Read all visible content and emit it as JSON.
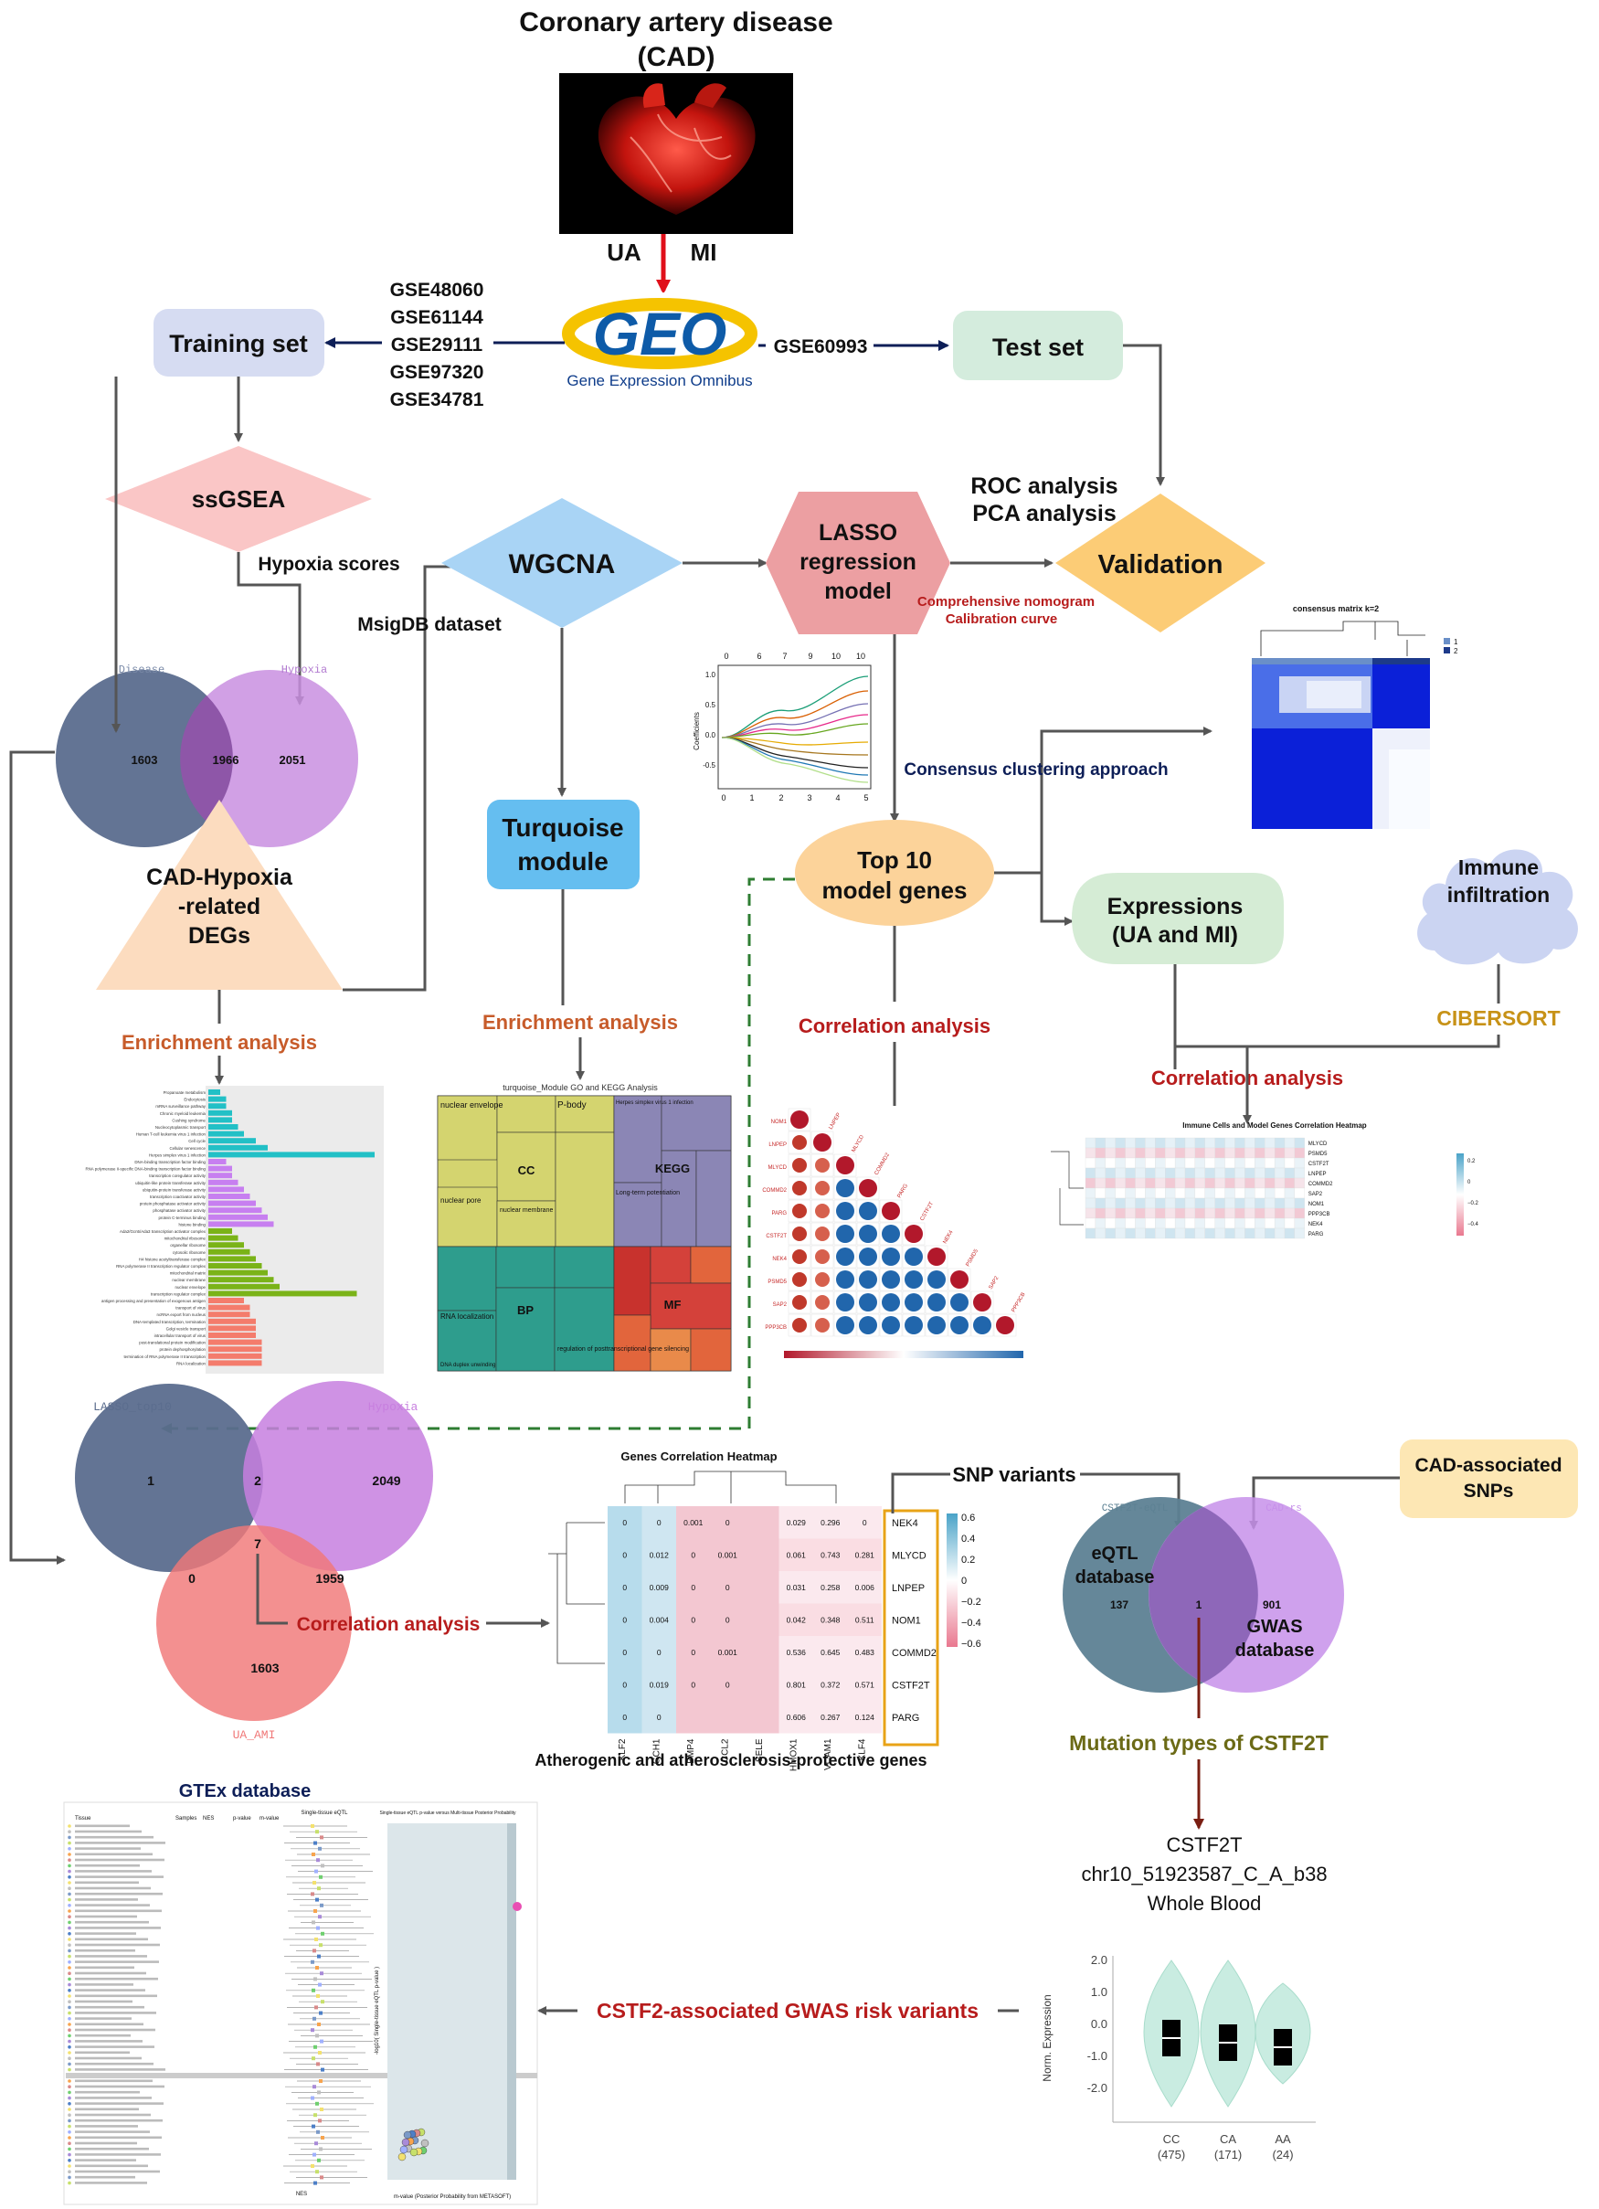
{
  "title": {
    "line1": "Coronary artery disease",
    "line2": "(CAD)"
  },
  "ua_label": "UA",
  "mi_label": "MI",
  "geo": {
    "logo": "GEO",
    "subtitle": "Gene Expression Omnibus"
  },
  "training_datasets": [
    "GSE48060",
    "GSE61144",
    "GSE29111",
    "GSE97320",
    "GSE34781"
  ],
  "test_dataset": "GSE60993",
  "nodes": {
    "training_set": "Training set",
    "test_set": "Test set",
    "ssgsea": "ssGSEA",
    "wgcna": "WGCNA",
    "lasso": [
      "LASSO",
      "regression",
      "model"
    ],
    "validation": "Validation",
    "turquoise": [
      "Turquoise",
      "module"
    ],
    "cad_hypoxia": [
      "CAD-Hypoxia",
      "-related",
      "DEGs"
    ],
    "top10": [
      "Top 10",
      "model genes"
    ],
    "expressions": [
      "Expressions",
      "(UA and MI)"
    ],
    "immune": [
      "Immune",
      "infiltration"
    ],
    "cad_snps": [
      "CAD-associated",
      "SNPs"
    ]
  },
  "labels": {
    "hypoxia_scores": "Hypoxia scores",
    "msigdb": "MsigDB dataset",
    "roc": "ROC analysis",
    "pca": "PCA analysis",
    "nomogram": "Comprehensive nomogram",
    "calibration": "Calibration curve",
    "consensus": "Consensus clustering approach",
    "enrichment1": "Enrichment analysis",
    "enrichment2": "Enrichment analysis",
    "correlation1": "Correlation analysis",
    "correlation2": "Correlation analysis",
    "correlation3": "Correlation analysis",
    "cibersort": "CIBERSORT",
    "snp_variants": "SNP variants",
    "mutation_types": "Mutation types of CSTF2T",
    "gwas_risk": "CSTF2-associated GWAS risk variants",
    "gtex": "GTEx database",
    "atherogenic": "Atherogenic and atherosclerosis-protective genes"
  },
  "venn1": {
    "left_label": "Disease",
    "right_label": "Hypoxia",
    "left": "1603",
    "overlap": "1966",
    "right": "2051"
  },
  "venn2": {
    "a_label": "LASSO_top10",
    "b_label": "Hypoxia",
    "c_label": "UA_AMI",
    "a_only": "1",
    "ab": "2",
    "b_only": "2049",
    "center": "7",
    "ac": "0",
    "bc": "1959",
    "c_only": "1603"
  },
  "venn3": {
    "left_label": "CSTF2T-eQTL",
    "right_label": "CAD-rs",
    "left_title": [
      "eQTL",
      "database"
    ],
    "right_title": [
      "GWAS",
      "database"
    ],
    "left": "137",
    "overlap": "1",
    "right": "901"
  },
  "lasso_plot": {
    "top_ticks": [
      "0",
      "6",
      "7",
      "9",
      "10",
      "10"
    ],
    "bottom_ticks": [
      "0",
      "1",
      "2",
      "3",
      "4",
      "5"
    ],
    "ylabel": "Coefficients",
    "yticks": [
      "1.0",
      "0.5",
      "0.0",
      "-0.5"
    ]
  },
  "consensus_plot": {
    "title": "consensus matrix k=2",
    "legend": [
      "1",
      "2"
    ]
  },
  "snp_info": {
    "gene": "CSTF2T",
    "variant": "chr10_51923587_C_A_b38",
    "tissue": "Whole Blood",
    "ylabel": "Norm. Expression",
    "yticks": [
      "2.0",
      "1.0",
      "0.0",
      "-1.0",
      "-2.0"
    ],
    "groups": [
      {
        "geno": "CC",
        "n": "(475)"
      },
      {
        "geno": "CA",
        "n": "(171)"
      },
      {
        "geno": "AA",
        "n": "(24)"
      }
    ]
  },
  "gene_heatmap": {
    "title": "Genes Correlation Heatmap",
    "rows": [
      "NEK4",
      "MLYCD",
      "LNPEP",
      "NOM1",
      "COMMD2",
      "CSTF2T",
      "PARG"
    ],
    "cols": [
      "KLF2",
      "GCH1",
      "BMP4",
      "CCL2",
      "SELE",
      "HMOX1",
      "VCAM1",
      "KLF4"
    ],
    "values": [
      [
        "0",
        "0",
        "0.001",
        "0",
        "",
        "0.029",
        "0.296",
        "0"
      ],
      [
        "0",
        "0.012",
        "0",
        "0.001",
        "",
        "0.061",
        "0.743",
        "0.281"
      ],
      [
        "0",
        "0.009",
        "0",
        "0",
        "",
        "0.031",
        "0.258",
        "0.006"
      ],
      [
        "0",
        "0.004",
        "0",
        "0",
        "",
        "0.042",
        "0.348",
        "0.511"
      ],
      [
        "0",
        "0",
        "0",
        "0.001",
        "",
        "0.536",
        "0.645",
        "0.483"
      ],
      [
        "0",
        "0.019",
        "0",
        "0",
        "",
        "0.801",
        "0.372",
        "0.571"
      ],
      [
        "0",
        "0",
        "",
        "",
        "",
        "0.606",
        "0.267",
        "0.124"
      ]
    ],
    "legend": [
      "0.6",
      "0.4",
      "0.2",
      "0",
      "−0.2",
      "−0.4",
      "−0.6"
    ]
  },
  "immune_heatmap": {
    "title": "Immune Cells and Model Genes Correlation Heatmap",
    "rows": [
      "MLYCD",
      "PSMD5",
      "CSTF2T",
      "LNPEP",
      "COMMD2",
      "SAP2",
      "NOM1",
      "PPP3CB",
      "NEK4",
      "PARG"
    ],
    "legend": [
      "0.2",
      "0",
      "−0.2",
      "−0.4"
    ]
  },
  "corr_triangle": {
    "genes": [
      "NOM1",
      "LNPEP",
      "MLYCD",
      "COMMD2",
      "PARG",
      "CSTF2T",
      "NEK4",
      "PSMD5",
      "SAP2",
      "PPP3CB"
    ]
  },
  "go_kegg": {
    "title": "turquoise_Module GO and KEGG Analysis",
    "labels": [
      "nuclear envelope",
      "P-body",
      "CC",
      "nuclear pore",
      "nuclear membrane",
      "Herpes simplex virus 1 infection",
      "KEGG",
      "Long-term potentiation",
      "RNA localization",
      "BP",
      "DNA duplex unwinding",
      "regulation of posttranscriptional gene silencing",
      "MF"
    ]
  },
  "enrich_bar": {
    "items": [
      "Propanoate metabolism",
      "Endocytosis",
      "mRNA surveillance pathway",
      "Chronic myeloid leukemia",
      "Cushing syndrome",
      "Nucleocytoplasmic transport",
      "Human T-cell leukemia virus 1 infection",
      "Cell cycle",
      "Cellular senescence",
      "Herpes simplex virus 1 infection",
      "DNA-binding transcription factor binding",
      "RNA polymerase II-specific DNA-binding transcription factor binding",
      "transcription coregulator activity",
      "ubiquitin-like protein transferase activity",
      "ubiquitin-protein transferase activity",
      "transcription coactivator activity",
      "protein phosphatase activator activity",
      "phosphatase activator activity",
      "protein C-terminus binding",
      "histone binding",
      "Ada2/Gcn5/Ada3 transcription activator complex",
      "mitochondrial ribosome",
      "organellar ribosome",
      "cytosolic ribosome",
      "H4 histone acetyltransferase complex",
      "RNA polymerase II transcription regulator complex",
      "mitochondrial matrix",
      "nuclear membrane",
      "nuclear envelope",
      "transcription regulator complex",
      "antigen processing and presentation of exogenous antigen",
      "transport of virus",
      "ncRNA export from nucleus",
      "DNA-templated transcription, termination",
      "Golgi vesicle transport",
      "intracellular transport of virus",
      "post-translational protein modification",
      "protein dephosphorylation",
      "termination of RNA polymerase II transcription",
      "RNA localization"
    ],
    "values": [
      2,
      3,
      3,
      4,
      4,
      5,
      6,
      8,
      10,
      28,
      3,
      4,
      4,
      5,
      6,
      7,
      8,
      9,
      10,
      11,
      4,
      5,
      6,
      7,
      8,
      9,
      10,
      11,
      12,
      25,
      6,
      7,
      7,
      8,
      8,
      8,
      9,
      9,
      9,
      9
    ]
  },
  "gtex_table": {
    "cols": [
      "Tissue",
      "Samples",
      "NES",
      "p-value",
      "m-value"
    ],
    "panel_title": "Single-tissue eQTL",
    "right_title": "Single-tissue eQTL p-value versus Multi-tissue Posterior Probability",
    "xlabel": "NES",
    "right_xlabel": "m-value (Posterior Probability from METASOFT)",
    "right_ylabel": "-log10( Single-tissue eQTL p-value )"
  }
}
